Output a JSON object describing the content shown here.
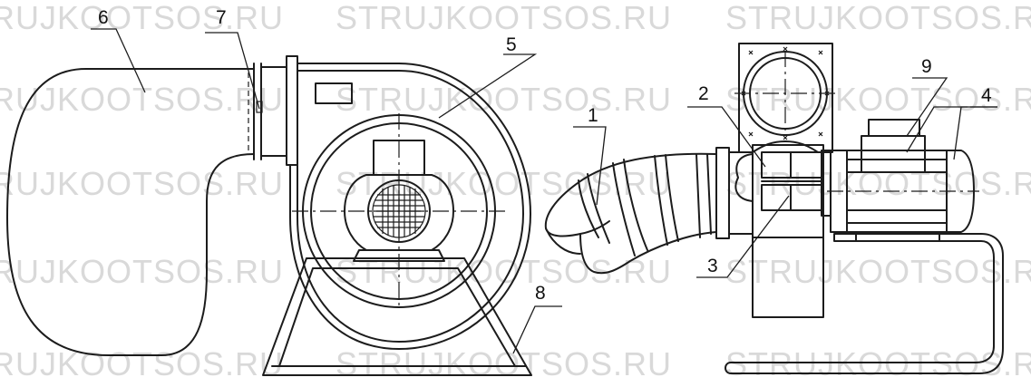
{
  "watermark": {
    "text": "STRUJKOOTSOS.RU",
    "row1_left": "RUJKOOTSOS.RU",
    "row_left": "RUJKOOTSOS.RU",
    "row_right": "STRUJKOOTSOS.RU"
  },
  "callouts": {
    "c1": "1",
    "c2": "2",
    "c3": "3",
    "c4": "4",
    "c5": "5",
    "c6": "6",
    "c7": "7",
    "c8": "8",
    "c9": "9"
  }
}
